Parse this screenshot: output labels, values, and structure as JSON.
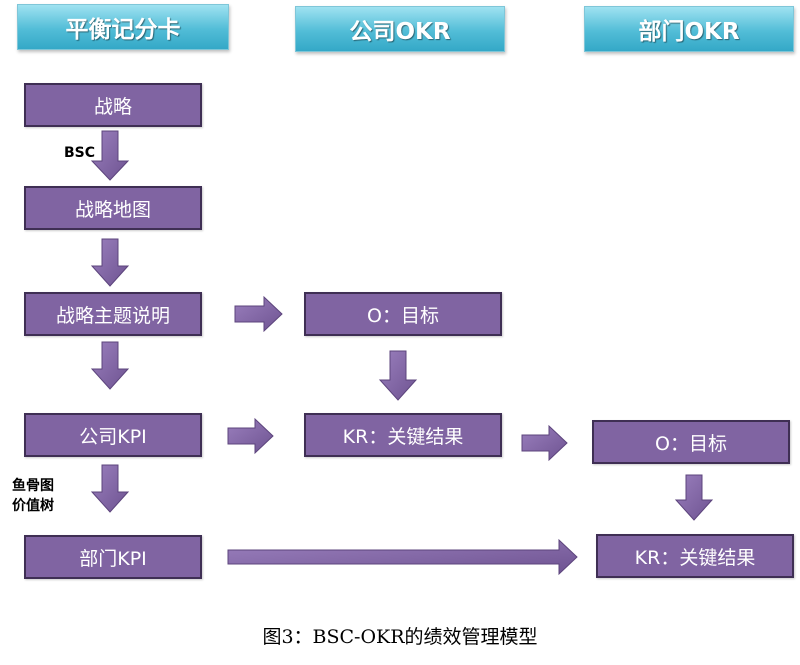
{
  "headers": {
    "bsc": "平衡记分卡",
    "company_okr": "公司OKR",
    "dept_okr": "部门OKR"
  },
  "boxes": {
    "strategy": "战略",
    "strategy_map": "战略地图",
    "strategic_theme": "战略主题说明",
    "company_kpi": "公司KPI",
    "dept_kpi": "部门KPI",
    "company_objective": "O：目标",
    "company_key_results": "KR：关键结果",
    "dept_objective": "O：目标",
    "dept_key_results": "KR：关键结果"
  },
  "labels": {
    "bsc_arrow": "BSC",
    "fishbone_line1": "鱼骨图",
    "fishbone_line2": "价值树"
  },
  "caption": "图3：BSC-OKR的绩效管理模型",
  "colors": {
    "box_fill": "#8064a2",
    "box_border": "#3f2f54",
    "header_fill": "#4bb8d4"
  }
}
